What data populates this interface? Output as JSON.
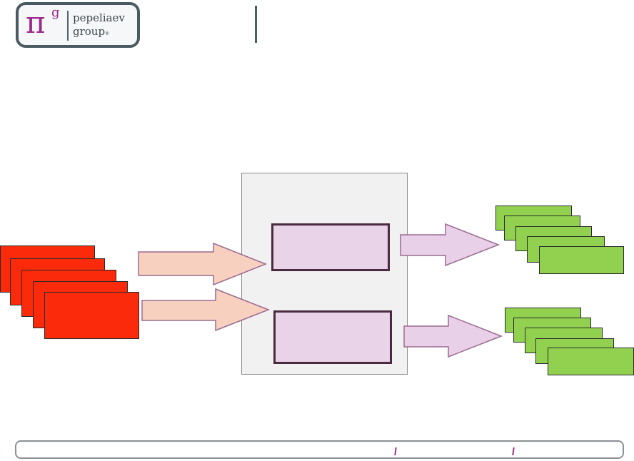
{
  "logo": {
    "symbol": "π",
    "superscript": "g",
    "line1": "pepeliaev",
    "line2": "group",
    "registered": "®",
    "border_color": "#4a5a62",
    "symbol_color": "#9b2a8c"
  },
  "diagram": {
    "red_stack": {
      "count": 5,
      "color": "#fb2a0a"
    },
    "green_stack_top": {
      "count": 5,
      "color": "#92d150"
    },
    "green_stack_bottom": {
      "count": 5,
      "color": "#92d150"
    },
    "inputs_arrow_color": "#f8d0c0",
    "outputs_arrow_color": "#e8d0e8",
    "panel_color": "#f2f1f2",
    "inner_box_color": "#e9d3e9"
  },
  "footer": {
    "tick_color": "#a0307a"
  }
}
